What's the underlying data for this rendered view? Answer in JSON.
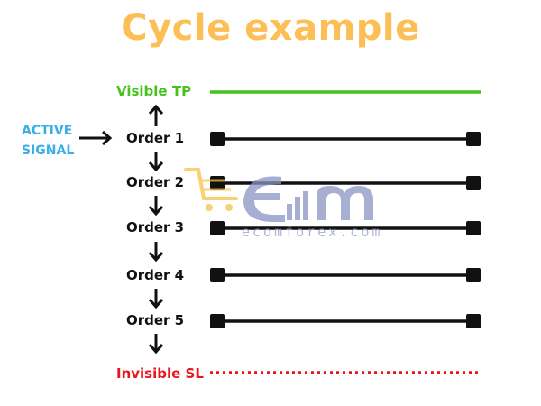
{
  "title": "Cycle example",
  "signal": {
    "line1": "ACTIVE",
    "line2": "SIGNAL"
  },
  "levels": {
    "tp": "Visible TP",
    "sl": "Invisible SL"
  },
  "orders": [
    "Order 1",
    "Order 2",
    "Order 3",
    "Order 4",
    "Order 5"
  ],
  "watermark": {
    "logo_text": "Ecom",
    "url": "ecomforex.com"
  },
  "colors": {
    "title": "#fbbf55",
    "tp": "#45c21c",
    "sl": "#e8151b",
    "signal": "#39aee9",
    "order_line": "#111111"
  }
}
